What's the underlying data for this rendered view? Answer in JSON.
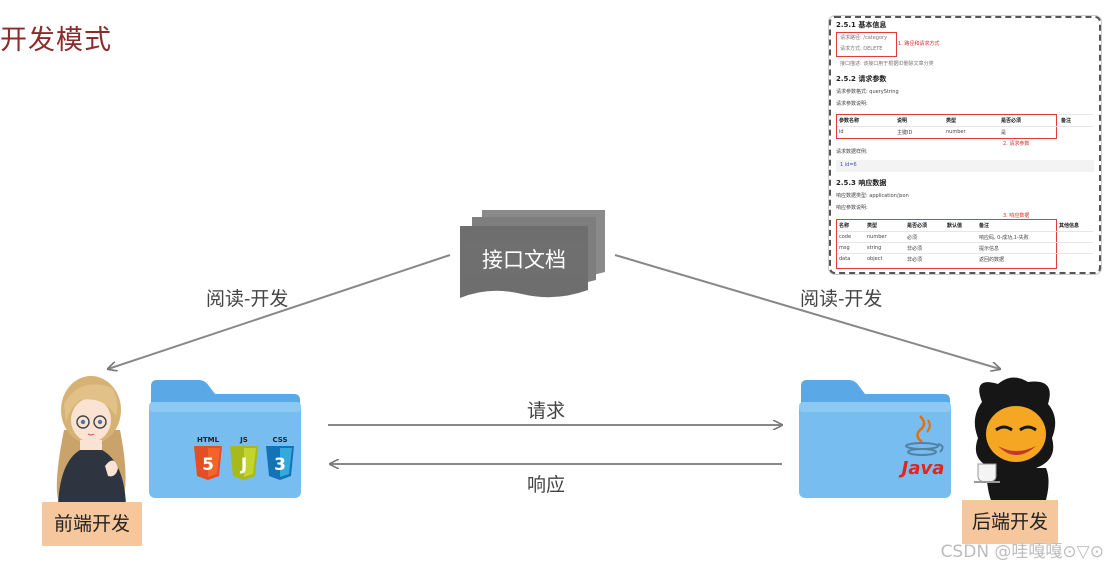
{
  "title": "开发模式",
  "doc_label": "接口文档",
  "edges": {
    "read_dev_left": "阅读-开发",
    "read_dev_right": "阅读-开发",
    "request": "请求",
    "response": "响应"
  },
  "roles": {
    "frontend": "前端开发",
    "backend": "后端开发"
  },
  "folder_icons": {
    "frontend": [
      "HTML",
      "JS",
      "CSS"
    ],
    "backend": "Java"
  },
  "api_doc": {
    "sec1_title": "2.5.1 基本信息",
    "path_label": "请求路径: /category",
    "method_label": "请求方式: DELETE",
    "note1": "1. 路径和请求方式",
    "desc": "接口描述: 该接口用于根据ID删除文章分类",
    "sec2_title": "2.5.2 请求参数",
    "param_format": "请求参数格式: queryString",
    "param_desc": "请求参数说明:",
    "param_headers": [
      "参数名称",
      "说明",
      "类型",
      "是否必须",
      "备注"
    ],
    "param_row": [
      "id",
      "主键ID",
      "number",
      "是",
      ""
    ],
    "note2": "2. 请求参数",
    "example_label": "请求数据样例:",
    "example_code": "1  id=6",
    "sec3_title": "2.5.3 响应数据",
    "resp_type": "响应数据类型: application/json",
    "resp_desc": "响应参数说明:",
    "note3": "3. 响应数据",
    "resp_headers": [
      "名称",
      "类型",
      "是否必须",
      "默认值",
      "备注",
      "其他信息"
    ],
    "resp_rows": [
      [
        "code",
        "number",
        "必须",
        "",
        "响应码, 0-成功,1-失败"
      ],
      [
        "msg",
        "string",
        "非必须",
        "",
        "提示信息"
      ],
      [
        "data",
        "object",
        "非必须",
        "",
        "返回的数据"
      ]
    ]
  },
  "watermark": "CSDN @哇嘎嘎⊙▽⊙"
}
